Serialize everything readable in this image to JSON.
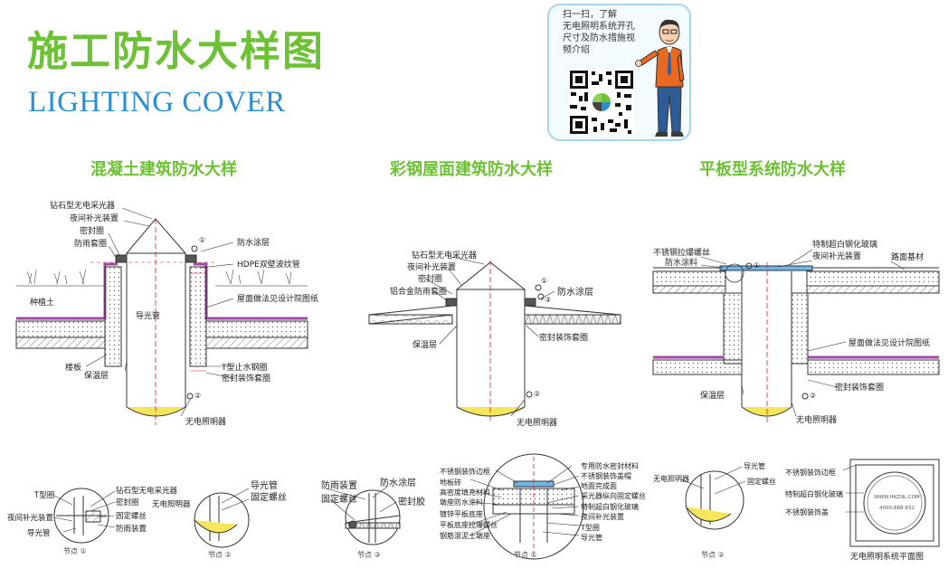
{
  "header": {
    "title": "施工防水大样图",
    "subtitle": "LIGHTING COVER"
  },
  "promo": {
    "line1": "扫一扫，了解",
    "line2": "无电照明系统开孔",
    "line3": "尺寸及防水措施视",
    "line4": "频介绍"
  },
  "sections": {
    "concrete": "混凝土建筑防水大样",
    "steel": "彩钢屋面建筑防水大样",
    "flat": "平板型系统防水大样"
  },
  "concrete_labels": {
    "collector": "钻石型无电采光器",
    "night": "夜间补光装置",
    "seal": "密封圈",
    "rain": "防雨套圈",
    "soil": "种植土",
    "tube": "导光管",
    "floor": "楼板",
    "insul": "保温层",
    "coating": "防水涂层",
    "hdpe": "HDPE双壁波纹管",
    "roof": "屋面做法见设计院图纸",
    "tring": "T型止水钢圈",
    "sealdeco": "密封装饰套圈",
    "light": "无电照明器",
    "c1": "①",
    "c2": "②"
  },
  "steel_labels": {
    "collector": "钻石型无电采光器",
    "night": "夜间补光装置",
    "seal": "密封圈",
    "alu": "铝合金防雨套圈",
    "coating": "防水涂层",
    "insul": "保温层",
    "sealdeco": "密封装饰套圈",
    "light": "无电照明器",
    "c1": "①",
    "c2": "②",
    "c3": "③"
  },
  "flat_labels": {
    "bolt": "不锈钢拉爆螺丝",
    "coating": "防水涂料",
    "glass": "特制超白钢化玻璃",
    "night": "夜间补光装置",
    "base": "路面基材",
    "roof": "屋面做法见设计院图纸",
    "insul": "保温层",
    "sealdeco": "密封装饰套圈",
    "light": "无电照明器",
    "c1": "①",
    "c2": "②"
  },
  "detail1": {
    "t": "T型圈",
    "collector": "钻石型无电采光器",
    "seal": "密封圈",
    "light": "无电照明器",
    "night": "夜间补光装置",
    "screw": "固定螺丝",
    "tube": "导光管",
    "rain": "防雨装置",
    "node": "节点 ①"
  },
  "detail2": {
    "tube": "导光管",
    "screw": "固定螺丝",
    "node": "节点 ②"
  },
  "detail3": {
    "rain": "防雨装置",
    "coating": "防水涂层",
    "screw": "固定螺丝",
    "glue": "密封胶",
    "node": "节点 ③"
  },
  "detail4": {
    "frame": "不锈钢装饰边框",
    "tile": "地板砖",
    "filler": "高密度填充材料",
    "water": "墩座防水涂料",
    "plate": "镀锌平板底座",
    "bolt": "平板底座拉爆螺丝",
    "pier": "钢筋混泥土墩座",
    "seal": "专用防水密封材料",
    "cover": "不锈钢装饰盖帽",
    "ground": "地面完成面",
    "fix": "采光器纵向固定螺丝",
    "glass": "特制超白钢化玻璃",
    "night": "夜间补光装置",
    "tring": "T型圈",
    "tube": "导光管",
    "node": "节点 ①"
  },
  "detail5": {
    "light": "无电照明器",
    "tube": "导光管",
    "screw": "固定螺丝",
    "node": "节点 ②"
  },
  "plan": {
    "frame": "不锈钢装饰边框",
    "glass": "特制超白钢化玻璃",
    "cover": "不锈钢装饰盖",
    "url": "WWW.HKZNL.COM",
    "phone": "4000-888-832",
    "caption": "无电照明系统平面图"
  },
  "colors": {
    "green": "#6cc134",
    "blue": "#2a8fd4",
    "purple": "#a04aa6",
    "yellow": "#f5e65a",
    "red": "#e0201f"
  }
}
